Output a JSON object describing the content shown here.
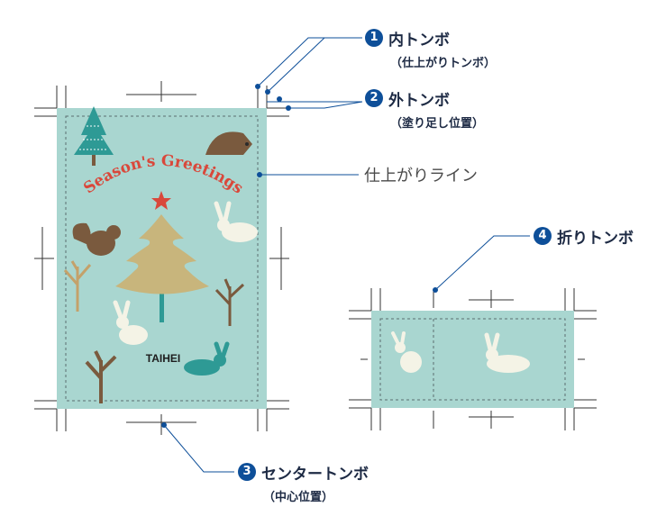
{
  "callouts": {
    "inner": {
      "num": "1",
      "title": "内トンボ",
      "sub": "（仕上がりトンボ）"
    },
    "outer": {
      "num": "2",
      "title": "外トンボ",
      "sub": "（塗り足し位置）"
    },
    "finish_line": "仕上がりライン",
    "center": {
      "num": "3",
      "title": "センタートンボ",
      "sub": "（中心位置）"
    },
    "fold": {
      "num": "4",
      "title": "折りトンボ"
    }
  },
  "card": {
    "greeting": "Season's Greetings",
    "brand": "TAIHEI"
  },
  "colors": {
    "card_bg": "#a9d6d0",
    "accent_blue": "#0e4f99",
    "greeting_red": "#d9483b",
    "tree_gold": "#c8b57c",
    "teal": "#2e9a95",
    "brown": "#7a5a3e"
  }
}
